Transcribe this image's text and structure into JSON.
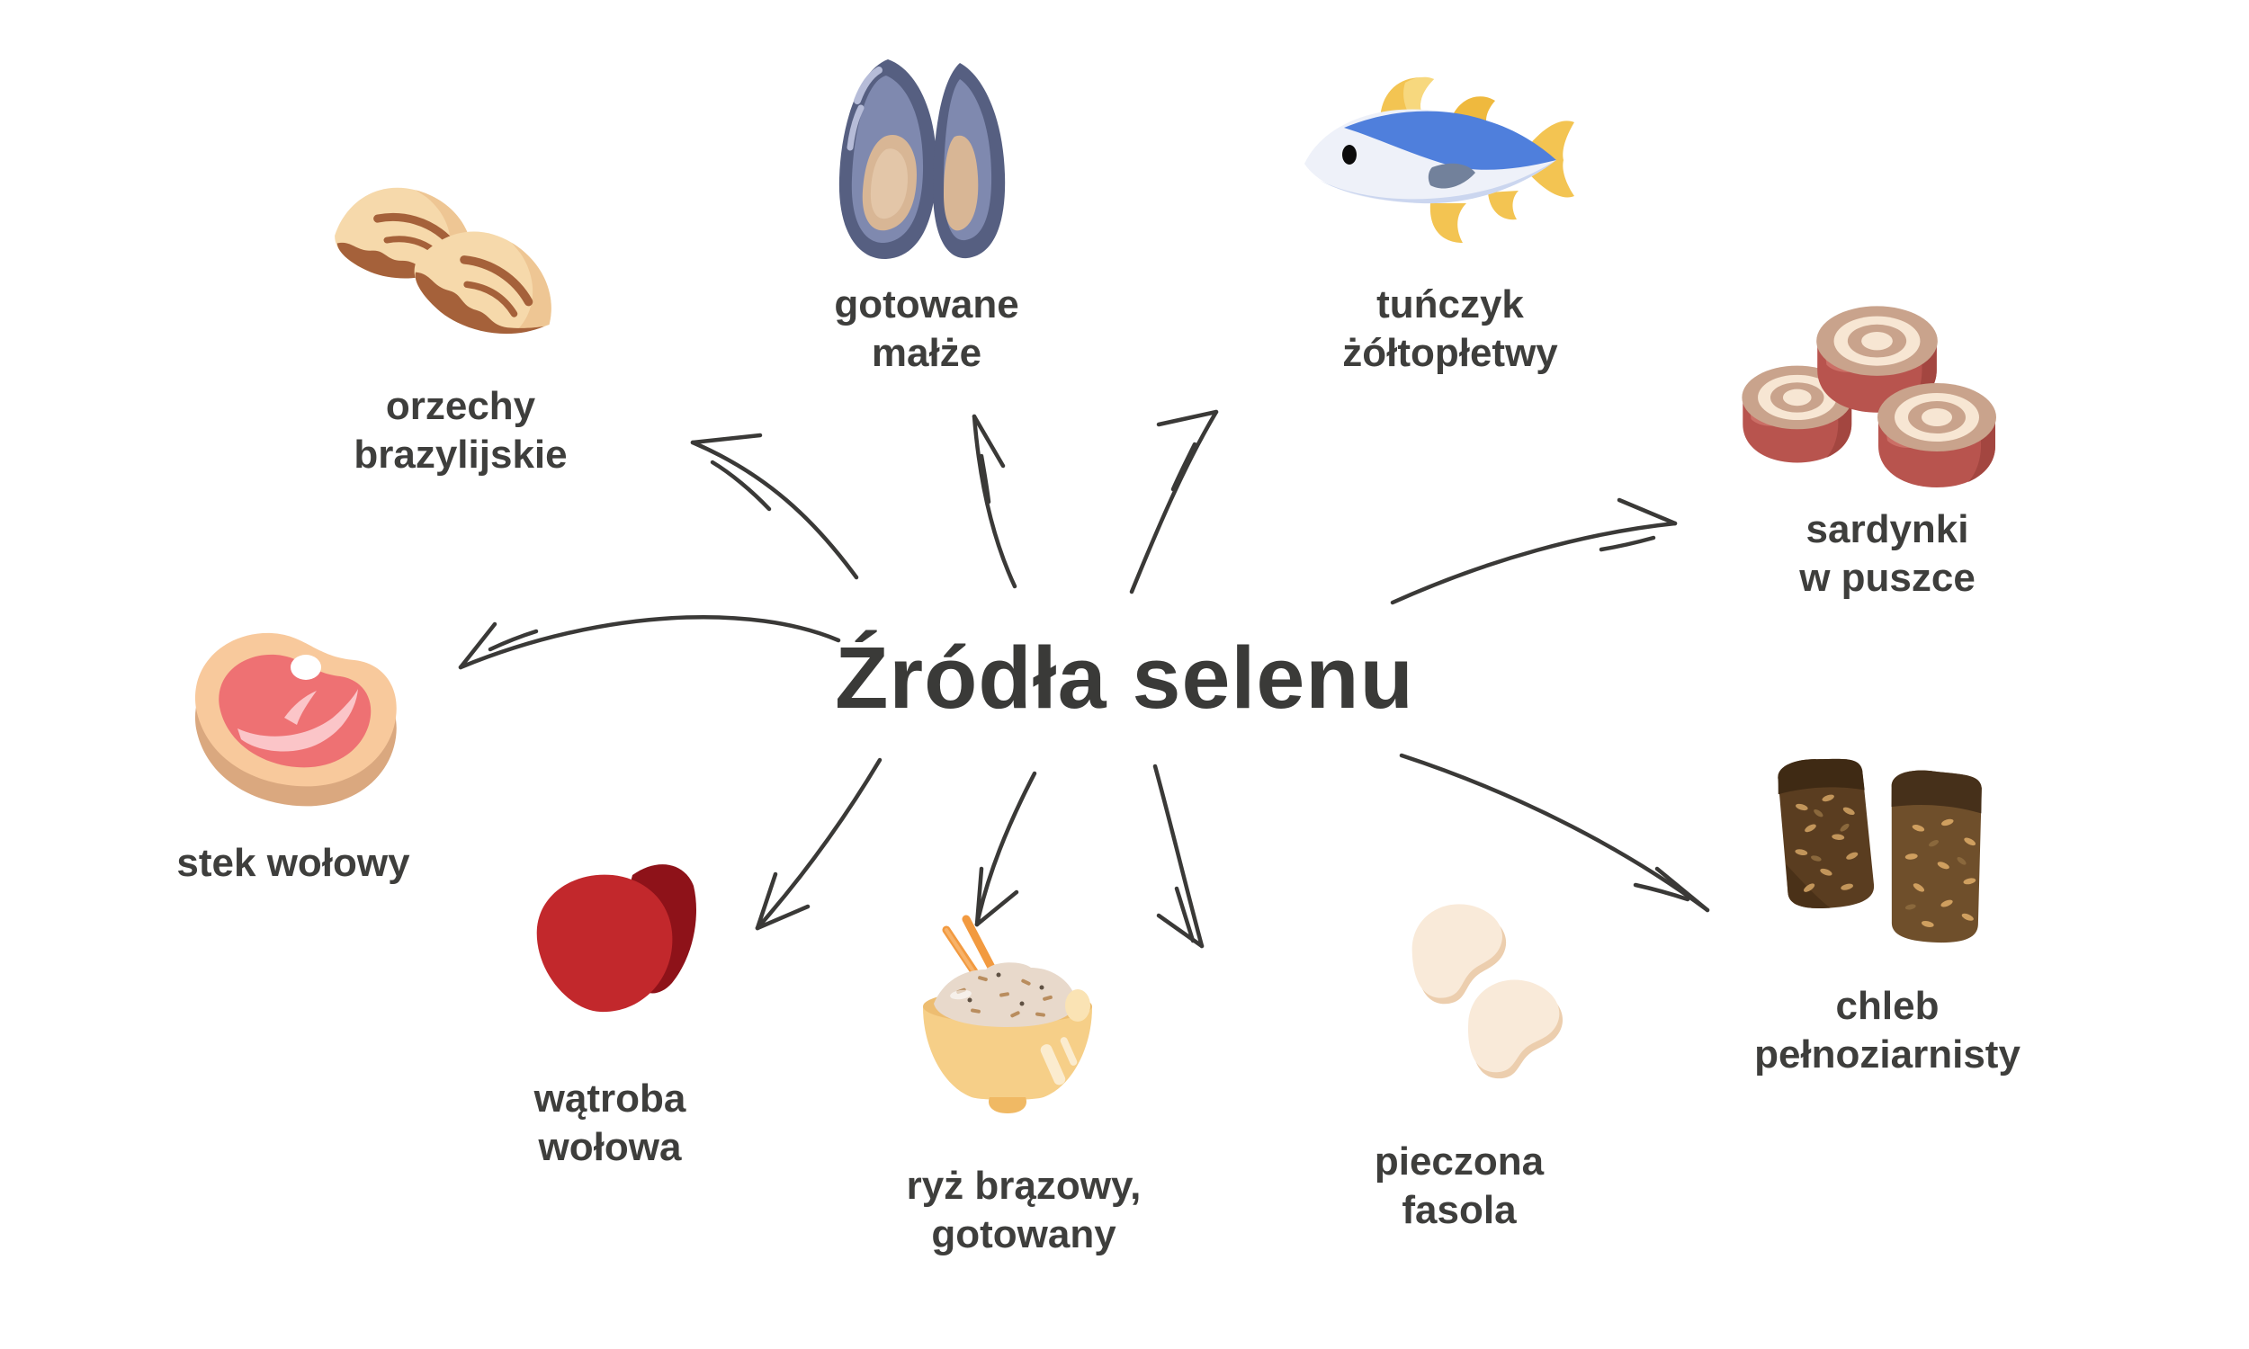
{
  "title": {
    "text": "Źródła selenu"
  },
  "items": [
    {
      "name": "orzechy brazylijskie",
      "label": "orzechy\nbrazylijskie",
      "icon": "brazil-nuts-icon"
    },
    {
      "name": "gotowane małże",
      "label": "gotowane\nmałże",
      "icon": "mussels-icon"
    },
    {
      "name": "tuńczyk żółtopłetwy",
      "label": "tuńczyk\nżółtopłetwy",
      "icon": "tuna-fish-icon"
    },
    {
      "name": "sardynki w puszce",
      "label": "sardynki\nw puszce",
      "icon": "sardine-rolls-icon"
    },
    {
      "name": "stek wołowy",
      "label": "stek wołowy",
      "icon": "beef-steak-icon"
    },
    {
      "name": "wątroba wołowa",
      "label": "wątroba\nwołowa",
      "icon": "beef-liver-icon"
    },
    {
      "name": "ryż brązowy, gotowany",
      "label": "ryż brązowy,\ngotowany",
      "icon": "rice-bowl-icon"
    },
    {
      "name": "pieczona fasola",
      "label": "pieczona\nfasola",
      "icon": "baked-beans-icon"
    },
    {
      "name": "chleb pełnoziarnisty",
      "label": "chleb\npełnoziarnisty",
      "icon": "wholegrain-bread-icon"
    }
  ],
  "colors": {
    "background": "#ffffff",
    "title_text": "#3a3a38",
    "label_text": "#3e3e3c",
    "arrow": "#3a3937",
    "nut_cream": "#f6d9ab",
    "nut_brown": "#a5613a",
    "mussel_shell": "#565f81",
    "mussel_inner": "#7f89af",
    "mussel_meat": "#d8b695",
    "tuna_blue": "#4f7fdc",
    "tuna_yellow": "#f3c452",
    "sardine_red": "#b8544e",
    "sardine_top": "#c9a38c",
    "steak_fat": "#f8c99c",
    "steak_meat": "#ee7173",
    "liver_red": "#c2282c",
    "bowl_yellow": "#f6cf88",
    "chopstick_orange": "#f29a40",
    "bean_cream": "#f9ead9",
    "bread_brown": "#5a3d20"
  }
}
